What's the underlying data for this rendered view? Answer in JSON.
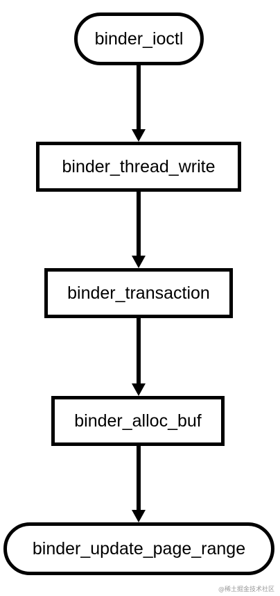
{
  "flowchart": {
    "nodes": [
      {
        "id": "binder_ioctl",
        "label": "binder_ioctl",
        "shape": "terminal"
      },
      {
        "id": "binder_thread_write",
        "label": "binder_thread_write",
        "shape": "process"
      },
      {
        "id": "binder_transaction",
        "label": "binder_transaction",
        "shape": "process"
      },
      {
        "id": "binder_alloc_buf",
        "label": "binder_alloc_buf",
        "shape": "process"
      },
      {
        "id": "binder_update_page_range",
        "label": "binder_update_page_range",
        "shape": "terminal"
      }
    ],
    "edges": [
      {
        "from": "binder_ioctl",
        "to": "binder_thread_write"
      },
      {
        "from": "binder_thread_write",
        "to": "binder_transaction"
      },
      {
        "from": "binder_transaction",
        "to": "binder_alloc_buf"
      },
      {
        "from": "binder_alloc_buf",
        "to": "binder_update_page_range"
      }
    ],
    "colors": {
      "stroke": "#000000",
      "fill": "#ffffff",
      "text": "#000000"
    }
  },
  "watermark": "@稀土掘金技术社区"
}
